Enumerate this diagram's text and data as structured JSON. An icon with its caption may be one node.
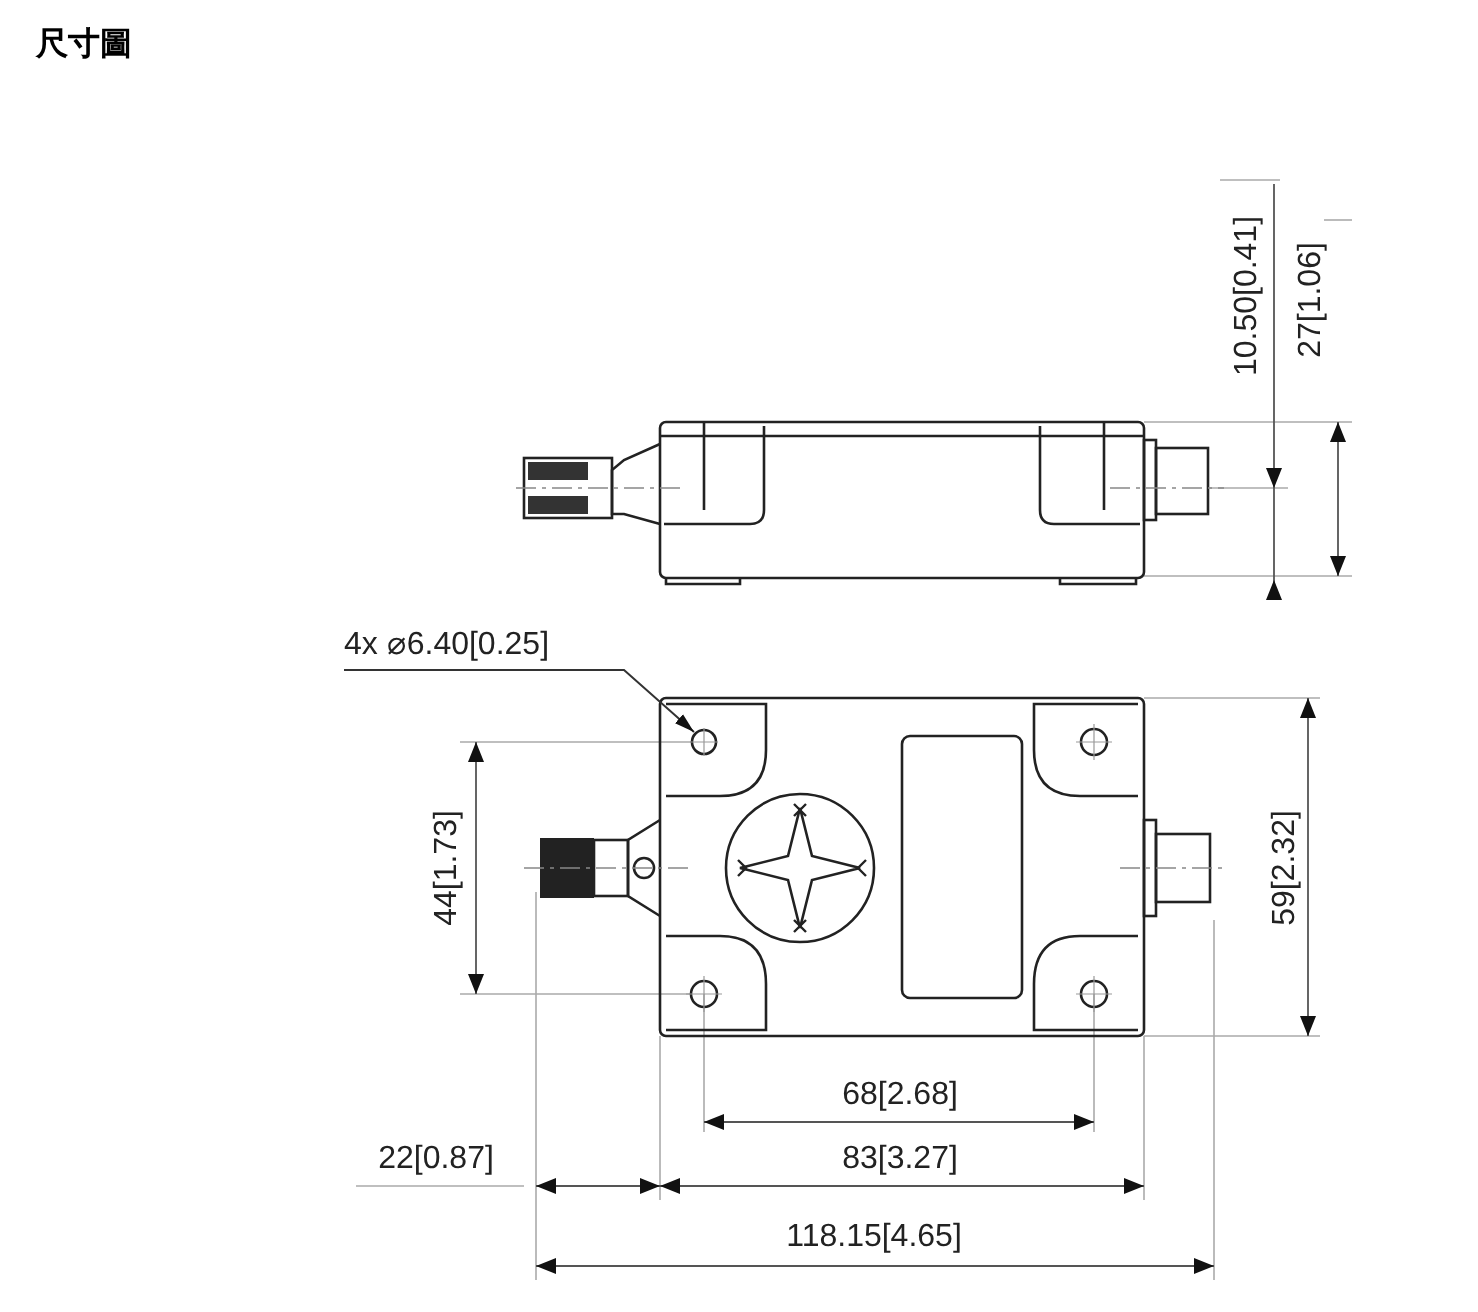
{
  "diagram": {
    "title": "尺寸圖",
    "nodes": [
      {
        "text": [
          "4x ⌀6.40[0.25]"
        ]
      },
      {
        "text": [],
        "shape": "circle"
      }
    ],
    "edges": [
      {
        "from": 0,
        "to": 1,
        "arrow": "to"
      }
    ],
    "labels": [
      "10.50[0.41]",
      "27[1.06]",
      "44[1.73]",
      "59[2.32]",
      "68[2.68]",
      "83[3.27]",
      "22[0.87]",
      "118.15[4.65]"
    ]
  }
}
